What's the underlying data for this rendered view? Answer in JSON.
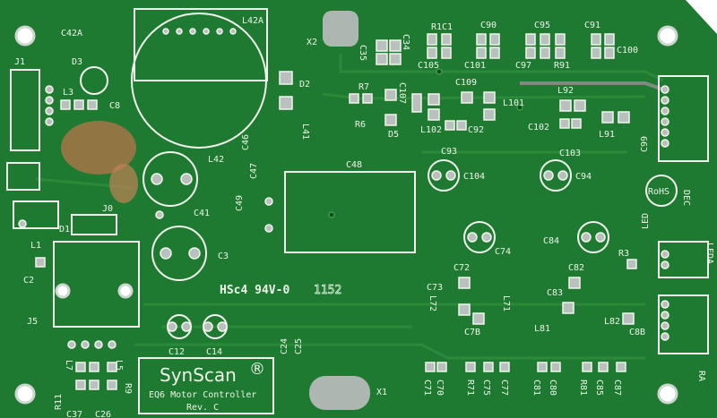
{
  "board": {
    "brand": "SynScan",
    "registered": "®",
    "product": "EQ6 Motor Controller",
    "revision": "Rev. C",
    "fab_mark": "HSc4 94V-0",
    "date_code": "1152",
    "rohs": "RoHS",
    "colors": {
      "solder_mask": "#1e7a31",
      "silkscreen": "#f2f5ee",
      "pad": "#b9c0bd",
      "burn": "#c07a4a"
    }
  },
  "connectors": {
    "dec": "DEC",
    "ra": "RA",
    "leda": "LEDA",
    "led": "LED",
    "j1": "J1",
    "j5": "J5",
    "j0": "J0"
  },
  "labels": [
    "C42A",
    "L42A",
    "X2",
    "C35",
    "C34",
    "R1C1",
    "C90",
    "C95",
    "C91",
    "C100",
    "C105",
    "C101",
    "C97",
    "R91",
    "D3",
    "L3",
    "C8",
    "D2",
    "R7",
    "C107",
    "C109",
    "L101",
    "L92",
    "R6",
    "D5",
    "L102",
    "C92",
    "C102",
    "L91",
    "C99",
    "C93",
    "C103",
    "L42",
    "C46",
    "C47",
    "L41",
    "C48",
    "C104",
    "C94",
    "C49",
    "C41",
    "D1",
    "C74",
    "C84",
    "C3",
    "L1",
    "R3",
    "C2",
    "C73",
    "C72",
    "C82",
    "C83",
    "L72",
    "L71",
    "L81",
    "L82",
    "C7B",
    "C8B",
    "C12",
    "C14",
    "C24",
    "C25",
    "R11",
    "L7",
    "L5",
    "R9",
    "C37",
    "C26",
    "X1",
    "C71",
    "C70",
    "R71",
    "C75",
    "C77",
    "C81",
    "C80",
    "R81",
    "C85",
    "C87"
  ]
}
